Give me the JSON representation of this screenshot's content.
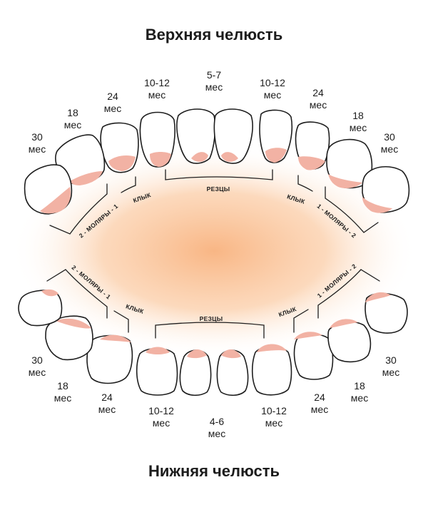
{
  "titles": {
    "upper": "Верхняя челюсть",
    "lower": "Нижняя челюсть"
  },
  "upper_ages": [
    {
      "num": "5-7",
      "unit": "мес"
    },
    {
      "num": "10-12",
      "unit": "мес"
    },
    {
      "num": "10-12",
      "unit": "мес"
    },
    {
      "num": "24",
      "unit": "мес"
    },
    {
      "num": "24",
      "unit": "мес"
    },
    {
      "num": "18",
      "unit": "мес"
    },
    {
      "num": "18",
      "unit": "мес"
    },
    {
      "num": "30",
      "unit": "мес"
    },
    {
      "num": "30",
      "unit": "мес"
    }
  ],
  "lower_ages": [
    {
      "num": "4-6",
      "unit": "мес"
    },
    {
      "num": "10-12",
      "unit": "мес"
    },
    {
      "num": "10-12",
      "unit": "мес"
    },
    {
      "num": "24",
      "unit": "мес"
    },
    {
      "num": "24",
      "unit": "мес"
    },
    {
      "num": "18",
      "unit": "мес"
    },
    {
      "num": "18",
      "unit": "мес"
    },
    {
      "num": "30",
      "unit": "мес"
    },
    {
      "num": "30",
      "unit": "мес"
    }
  ],
  "groups": {
    "incisors": "РЕЗЦЫ",
    "canine": "КЛЫК",
    "molars_left": "2 - МОЛЯРЫ - 1",
    "molars_right": "1 - МОЛЯРЫ - 2"
  },
  "colors": {
    "gum": "#f2b2a4",
    "outline": "#1e1e1e",
    "glow": "#f8b27e"
  }
}
